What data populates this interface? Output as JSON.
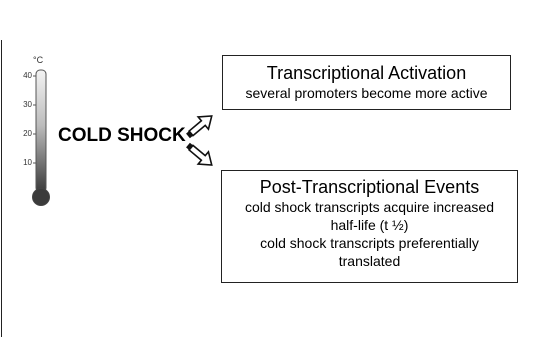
{
  "thermometer": {
    "unit": "°C",
    "ticks": [
      "40",
      "30",
      "20",
      "10"
    ],
    "colors": {
      "tube_top": "#f2f2f2",
      "tube_bottom": "#3a3a3a",
      "outline": "#555555"
    }
  },
  "cold_shock_label": "COLD SHOCK",
  "activation_box": {
    "title": "Transcriptional Activation",
    "lines": [
      "several promoters become more active"
    ]
  },
  "post_box": {
    "title": "Post-Transcriptional Events",
    "lines": [
      "cold shock transcripts acquire increased",
      "half-life (t ½)",
      "cold shock transcripts preferentially",
      "translated"
    ]
  },
  "arrow_icons": [
    "arrow-up-right-icon",
    "arrow-down-right-icon"
  ]
}
